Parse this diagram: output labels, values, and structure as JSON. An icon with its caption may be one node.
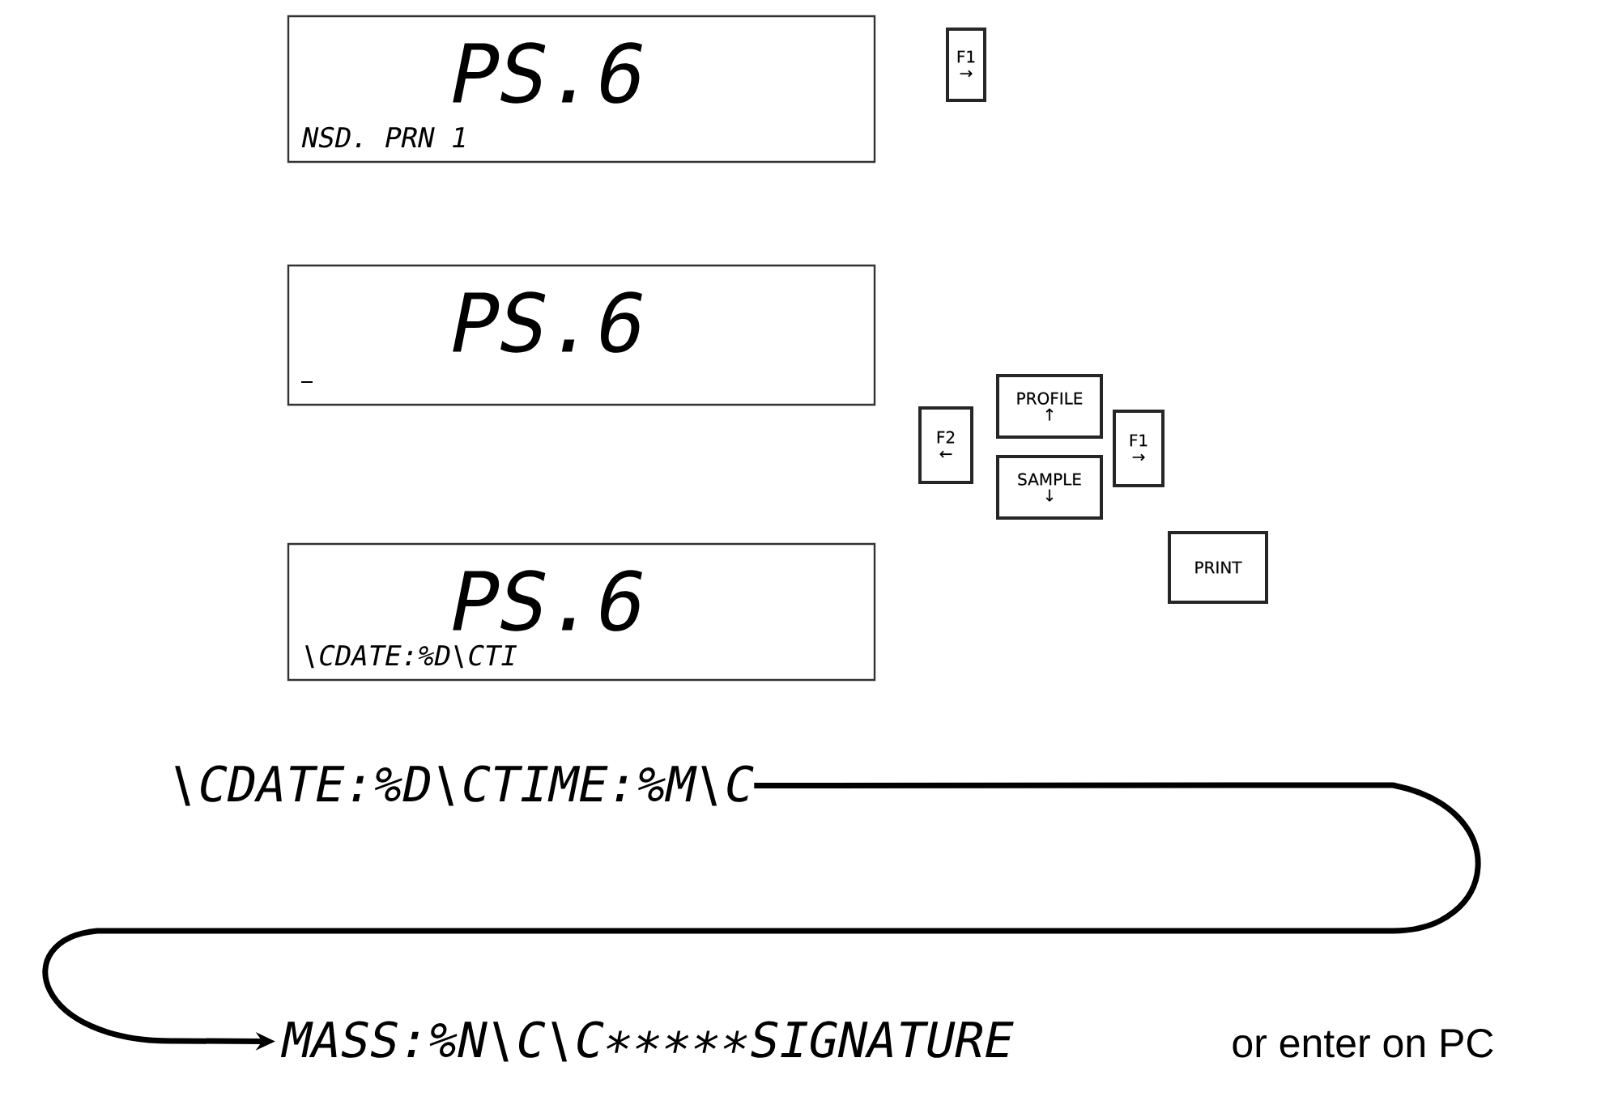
{
  "diagram": {
    "nodes": [
      {
        "text": [
          "PS.6",
          "NSD. PRN 1"
        ]
      },
      {
        "text": [
          "F1",
          "→"
        ]
      },
      {
        "text": [
          "PS.6"
        ]
      },
      {
        "text": [
          "F2",
          "←"
        ]
      },
      {
        "text": [
          "PROFILE",
          "↑"
        ]
      },
      {
        "text": [
          "SAMPLE",
          "↓"
        ]
      },
      {
        "text": [
          "F1",
          "→"
        ]
      },
      {
        "text": [
          "PRINT"
        ]
      },
      {
        "text": [
          "PS.6",
          "\\CDATE:%D\\CTI"
        ]
      },
      {
        "text": [
          "\\CDATE:%D\\CTIME:%M\\C"
        ]
      },
      {
        "text": [
          "MASS:%N\\C\\C∗∗∗∗∗SIGNATURE"
        ]
      }
    ],
    "edges": [
      {
        "from": 9,
        "to": 10,
        "arrow": "to"
      }
    ],
    "labels": [
      "or enter on PC"
    ]
  }
}
